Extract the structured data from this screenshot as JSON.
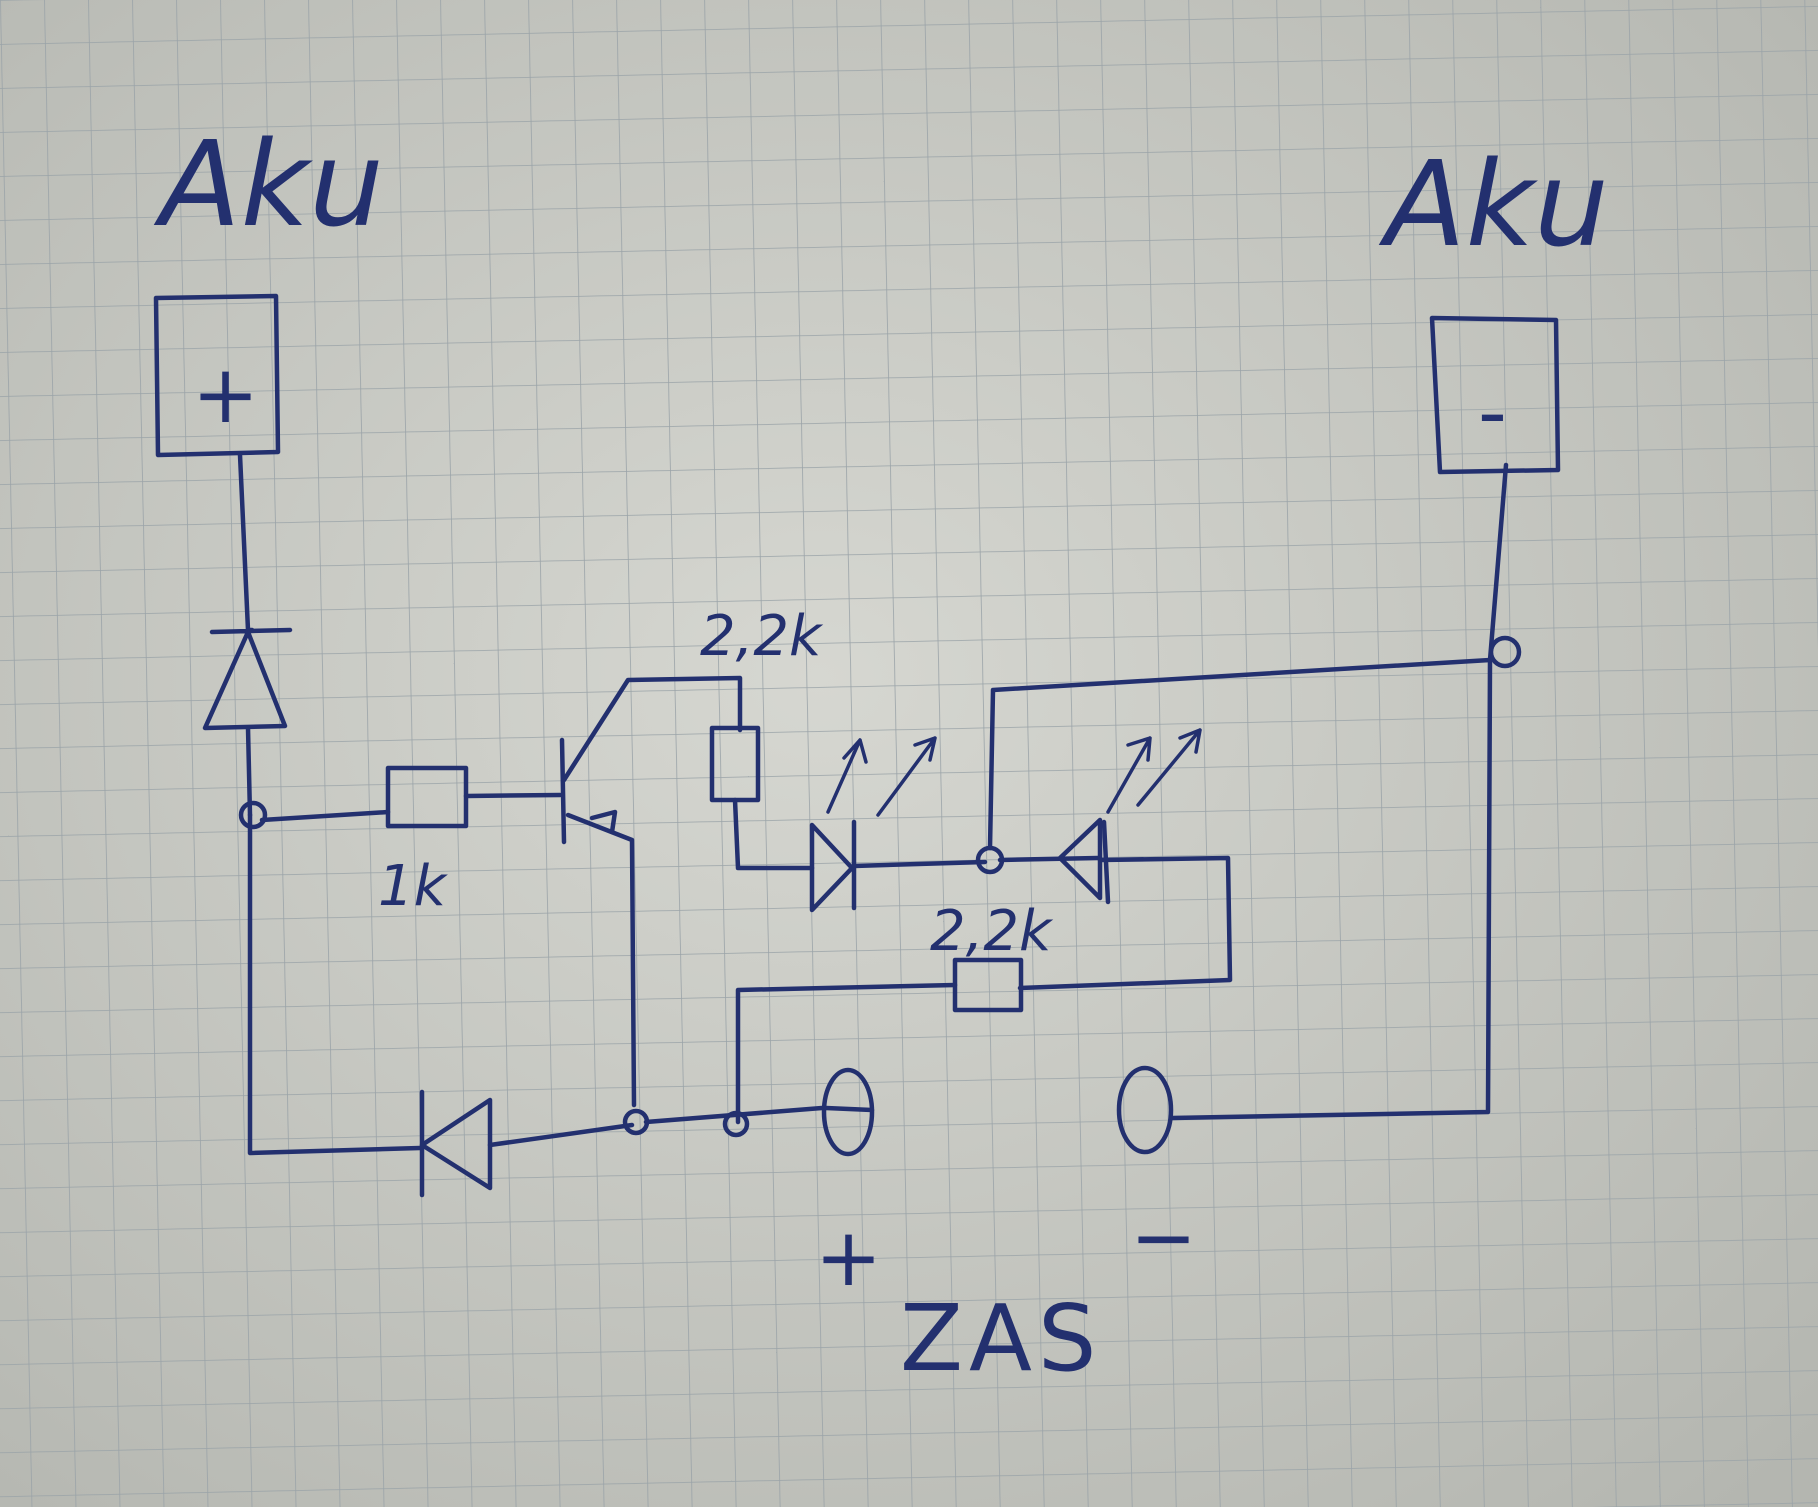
{
  "diagram": {
    "battery_positive": {
      "label": "Aku",
      "terminal": "+"
    },
    "battery_negative": {
      "label": "Aku",
      "terminal": "-"
    },
    "components": {
      "base_resistor": "1k",
      "collector_resistor": "2,2k",
      "bottom_resistor": "2,2k"
    },
    "output": {
      "plus": "+",
      "minus": "−",
      "label": "ZAS"
    }
  },
  "colors": {
    "ink": "#23306f",
    "paper": "#c9cbc4",
    "grid": "#9aa3a8"
  }
}
